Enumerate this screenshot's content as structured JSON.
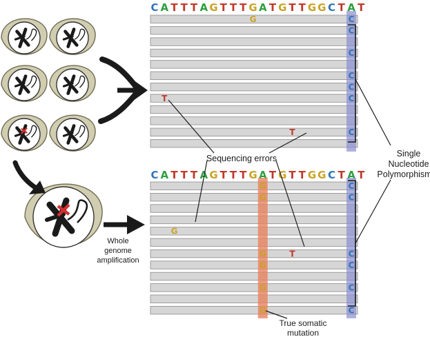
{
  "reference_sequence": [
    "C",
    "A",
    "T",
    "T",
    "T",
    "A",
    "G",
    "T",
    "T",
    "T",
    "G",
    "A",
    "T",
    "G",
    "T",
    "T",
    "G",
    "G",
    "C",
    "T",
    "A",
    "T"
  ],
  "colors": {
    "A": "#2e9e3e",
    "T": "#c0392b",
    "G": "#c9a227",
    "C": "#2f74b8",
    "read_fill": "#d6d6d6",
    "read_stroke": "#8a8a8a",
    "snp_band": "#8a8fd0",
    "mutation_band": "#e8825f",
    "cell": "#d1cdb0",
    "cell_stroke": "#6f6b52",
    "nucleus": "#ffffff",
    "mutated_chromosome": "#d32f2f"
  },
  "labels": {
    "sequencing_errors": "Sequencing errors",
    "snp": [
      "Single",
      "Nucleotide",
      "Polymorphism"
    ],
    "wga": [
      "Whole",
      "genome",
      "amplification"
    ],
    "somatic": [
      "True somatic",
      "mutation"
    ]
  },
  "top_panel": {
    "snp_column": 20,
    "mutation_column": null,
    "reads": [
      [
        {
          "col": 10,
          "base": "G"
        },
        {
          "col": 20,
          "base": "C"
        }
      ],
      [
        {
          "col": 20,
          "base": "C"
        }
      ],
      [],
      [
        {
          "col": 20,
          "base": "C"
        }
      ],
      [],
      [
        {
          "col": 20,
          "base": "C"
        }
      ],
      [
        {
          "col": 20,
          "base": "C"
        }
      ],
      [
        {
          "col": 1,
          "base": "T"
        },
        {
          "col": 20,
          "base": "C"
        }
      ],
      [],
      [],
      [
        {
          "col": 14,
          "base": "T"
        },
        {
          "col": 20,
          "base": "C"
        }
      ],
      []
    ]
  },
  "bottom_panel": {
    "snp_column": 20,
    "mutation_column": 11,
    "reads": [
      [
        {
          "col": 11,
          "base": "G"
        },
        {
          "col": 20,
          "base": "C"
        }
      ],
      [
        {
          "col": 11,
          "base": "G"
        },
        {
          "col": 20,
          "base": "C"
        }
      ],
      [],
      [],
      [
        {
          "col": 2,
          "base": "G"
        }
      ],
      [],
      [
        {
          "col": 11,
          "base": "G"
        },
        {
          "col": 14,
          "base": "T"
        },
        {
          "col": 20,
          "base": "C"
        }
      ],
      [
        {
          "col": 11,
          "base": "G"
        },
        {
          "col": 20,
          "base": "C"
        }
      ],
      [],
      [
        {
          "col": 11,
          "base": "G"
        },
        {
          "col": 20,
          "base": "C"
        }
      ],
      [],
      [
        {
          "col": 11,
          "base": "G"
        },
        {
          "col": 20,
          "base": "C"
        }
      ]
    ]
  }
}
